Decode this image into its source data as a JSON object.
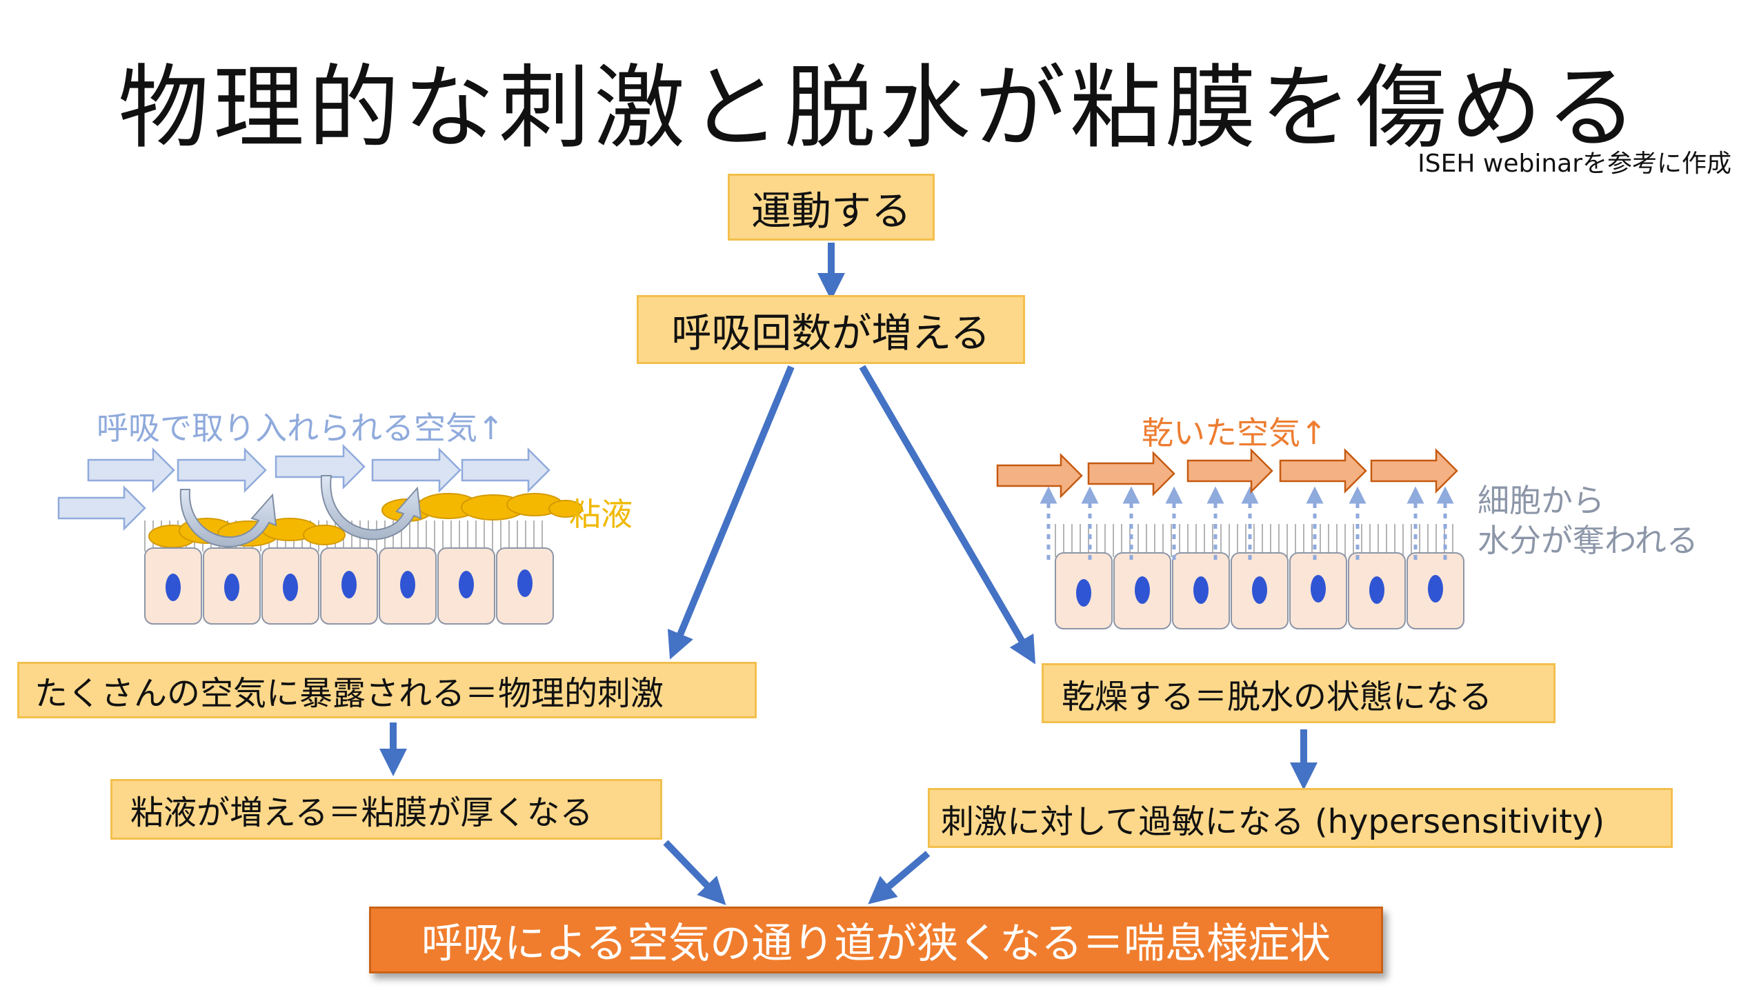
{
  "title": "物理的な刺激と脱水が粘膜を傷める",
  "source_note": "ISEH webinarを参考に作成",
  "flow": {
    "step1": "運動する",
    "step2": "呼吸回数が増える",
    "left_branch": {
      "illustration_label": "呼吸で取り入れられる空気↑",
      "mucus_label": "粘液",
      "step3": "たくさんの空気に暴露される＝物理的刺激",
      "step4": "粘液が増える＝粘膜が厚くなる"
    },
    "right_branch": {
      "illustration_label": "乾いた空気↑",
      "cells_label": [
        "細胞から",
        "水分が奪われる"
      ],
      "step3": "乾燥する＝脱水の状態になる",
      "step4": "刺激に対して過敏になる (hypersensitivity)"
    },
    "result": "呼吸による空気の通り道が狭くなる＝喘息様症状"
  },
  "colors": {
    "box_fill": "#fdd88a",
    "box_border": "#f3bf4c",
    "result_fill": "#f07d2d",
    "flow_arrow": "#4472c4",
    "air_arrow": "#dae3f3",
    "air_arrow_border": "#8faadc",
    "dry_air_arrow": "#f4b183",
    "dry_air_arrow_border": "#c55a11",
    "mucus": "#f5b800",
    "cell_fill": "#fbe5d6",
    "nucleus": "#2f55d4",
    "left_label": "#8faadc",
    "mucus_label": "#f0b800",
    "dry_label": "#ed7d31",
    "cells_label": "#8c96a8"
  }
}
